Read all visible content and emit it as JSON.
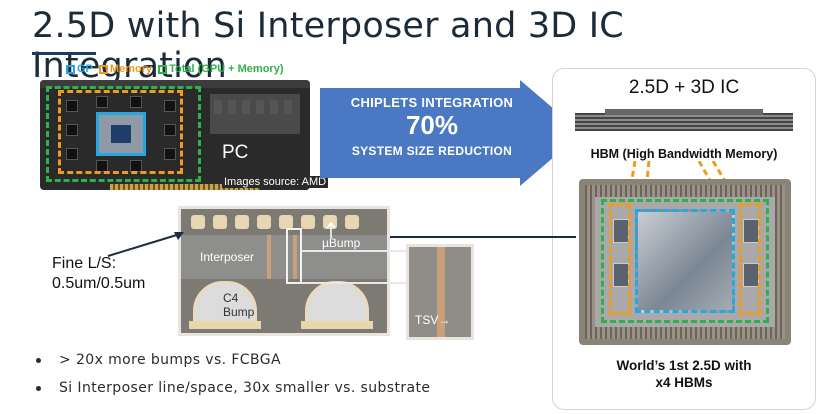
{
  "title": "2.5D with Si Interposer and 3D IC Integration",
  "legend": {
    "gp": "GP",
    "memory": "Memory",
    "total": "Total (GPU + Memory)",
    "colors": {
      "gp": "#27a7e1",
      "memory": "#f09a1e",
      "total": "#2fb14a"
    }
  },
  "board": {
    "pc_label": "PC",
    "credit": "Images source: AMD"
  },
  "arrow": {
    "line1": "CHIPLETS INTEGRATION",
    "line2": "70%",
    "line3": "SYSTEM SIZE REDUCTION",
    "color": "#4a78c2"
  },
  "right_panel": {
    "title": "2.5D + 3D IC",
    "hbm_label": "HBM (High Bandwidth Memory)",
    "caption_line1": "World’s 1st 2.5D with",
    "caption_line2": "x4 HBMs"
  },
  "cross_section": {
    "interposer": "Interposer",
    "ubump": "µBump",
    "c4_line1": "C4",
    "c4_line2": "Bump",
    "tsv": "TSV→"
  },
  "fine_ls": {
    "line1": "Fine L/S:",
    "line2": "0.5um/0.5um"
  },
  "bullets": [
    "> 20x more bumps vs. FCBGA",
    "Si Interposer line/space, 30x smaller vs. substrate"
  ]
}
